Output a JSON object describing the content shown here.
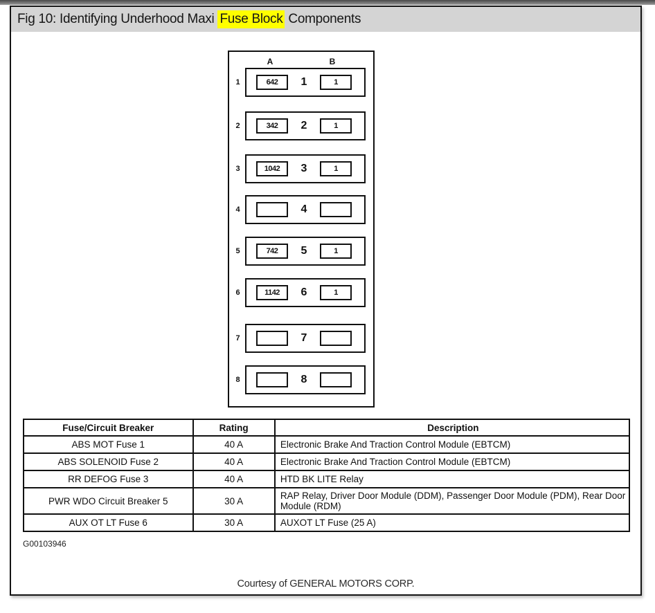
{
  "title_bar": {
    "prefix": "Fig 10: Identifying Underhood Maxi ",
    "highlight": "Fuse Block",
    "suffix": " Components",
    "highlight_color": "#ffff00",
    "bar_color": "#d4d4d4"
  },
  "diagram": {
    "column_labels": {
      "a": "A",
      "b": "B"
    },
    "rows": [
      {
        "num": "1",
        "a": "642",
        "center": "1",
        "b": "1"
      },
      {
        "num": "2",
        "a": "342",
        "center": "2",
        "b": "1"
      },
      {
        "num": "3",
        "a": "1042",
        "center": "3",
        "b": "1"
      },
      {
        "num": "4",
        "a": "",
        "center": "4",
        "b": ""
      },
      {
        "num": "5",
        "a": "742",
        "center": "5",
        "b": "1"
      },
      {
        "num": "6",
        "a": "1142",
        "center": "6",
        "b": "1"
      },
      {
        "num": "7",
        "a": "",
        "center": "7",
        "b": ""
      },
      {
        "num": "8",
        "a": "",
        "center": "8",
        "b": ""
      }
    ]
  },
  "table": {
    "headers": {
      "fuse": "Fuse/Circuit Breaker",
      "rating": "Rating",
      "desc": "Description"
    },
    "rows": [
      {
        "fuse": "ABS MOT Fuse 1",
        "rating": "40 A",
        "desc": "Electronic Brake And Traction Control Module (EBTCM)"
      },
      {
        "fuse": "ABS SOLENOID Fuse 2",
        "rating": "40 A",
        "desc": "Electronic Brake And Traction Control Module (EBTCM)"
      },
      {
        "fuse": "RR DEFOG Fuse 3",
        "rating": "40 A",
        "desc": "HTD BK LITE Relay"
      },
      {
        "fuse": "PWR WDO Circuit Breaker 5",
        "rating": "30 A",
        "desc": "RAP Relay, Driver Door Module (DDM), Passenger Door Module (PDM), Rear Door Module (RDM)"
      },
      {
        "fuse": "AUX OT LT Fuse 6",
        "rating": "30 A",
        "desc": "AUXOT LT Fuse (25 A)"
      }
    ]
  },
  "figure_id": "G00103946",
  "credit": "Courtesy of GENERAL MOTORS CORP."
}
